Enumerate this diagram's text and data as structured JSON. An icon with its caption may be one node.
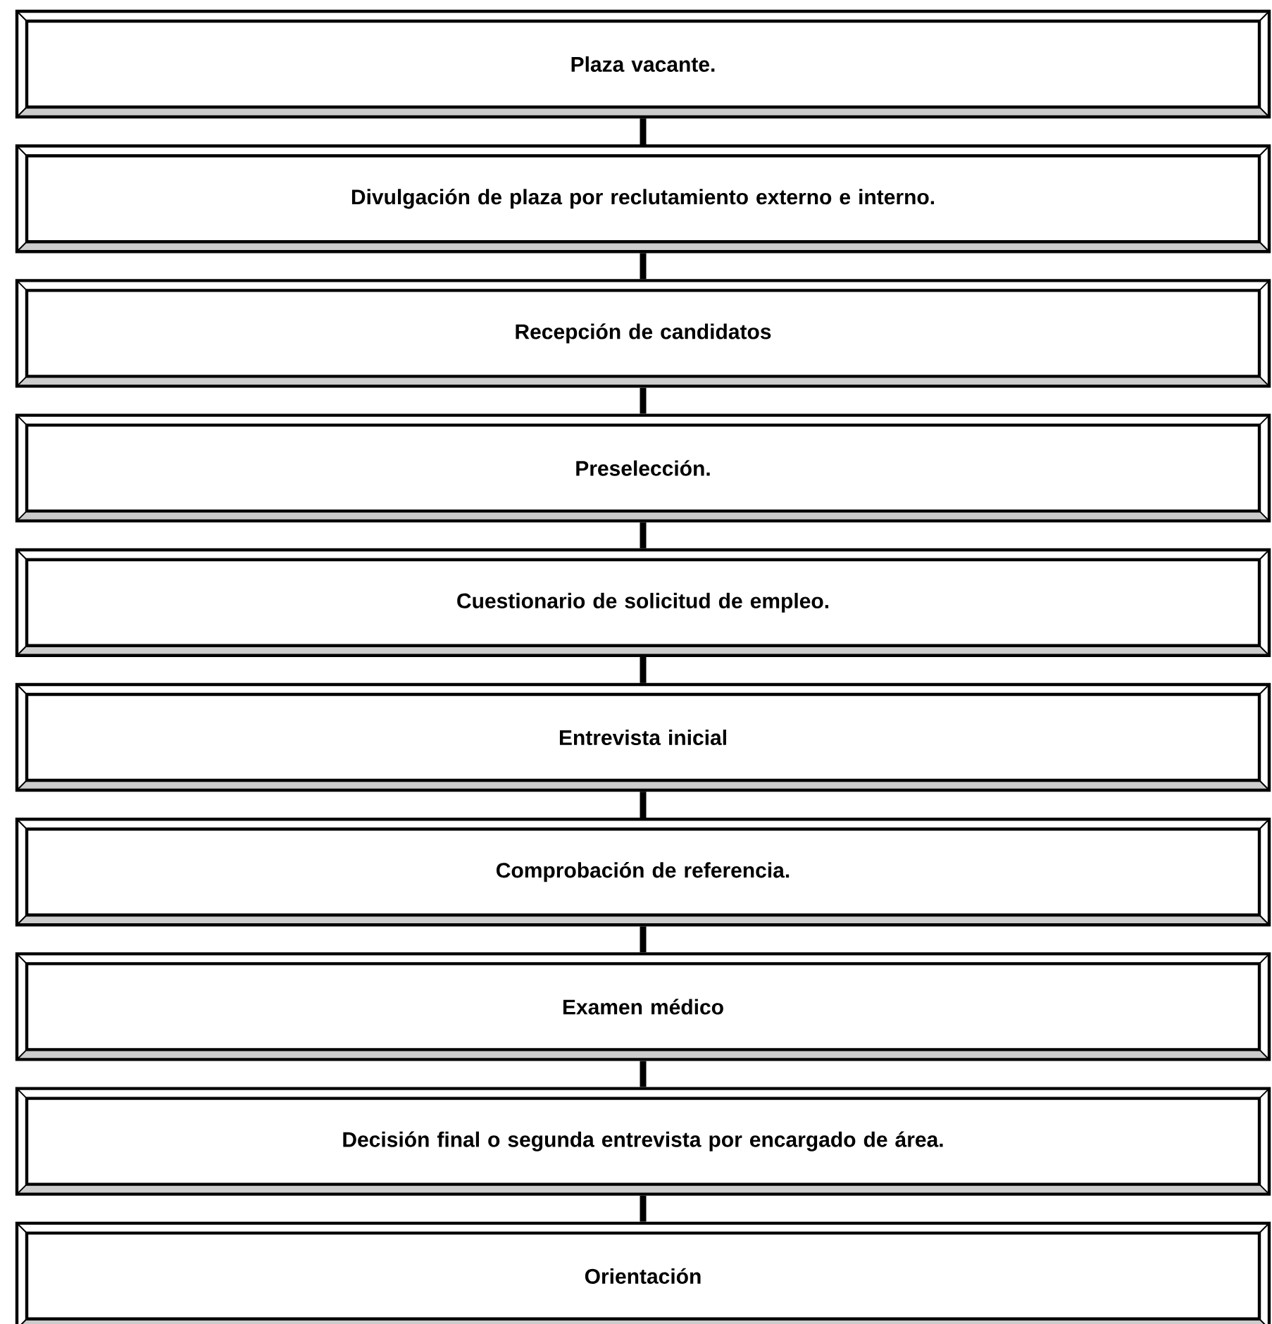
{
  "diagram": {
    "nodes": [
      {
        "text": [
          "Plaza vacante."
        ]
      },
      {
        "text": [
          "Divulgación de plaza por reclutamiento externo e interno."
        ]
      },
      {
        "text": [
          "Recepción de candidatos"
        ]
      },
      {
        "text": [
          "Preselección."
        ]
      },
      {
        "text": [
          "Cuestionario de solicitud de empleo."
        ]
      },
      {
        "text": [
          "Entrevista inicial"
        ]
      },
      {
        "text": [
          "Comprobación de referencia."
        ]
      },
      {
        "text": [
          "Examen médico"
        ]
      },
      {
        "text": [
          "Decisión final o segunda entrevista por encargado de área."
        ]
      },
      {
        "text": [
          "Orientación"
        ]
      }
    ],
    "edges": [
      {
        "from": 0,
        "to": 1,
        "arrow": "none"
      },
      {
        "from": 1,
        "to": 2,
        "arrow": "none"
      },
      {
        "from": 2,
        "to": 3,
        "arrow": "none"
      },
      {
        "from": 3,
        "to": 4,
        "arrow": "none"
      },
      {
        "from": 4,
        "to": 5,
        "arrow": "none"
      },
      {
        "from": 5,
        "to": 6,
        "arrow": "none"
      },
      {
        "from": 6,
        "to": 7,
        "arrow": "none"
      },
      {
        "from": 7,
        "to": 8,
        "arrow": "none"
      },
      {
        "from": 8,
        "to": 9,
        "arrow": "none"
      }
    ]
  }
}
